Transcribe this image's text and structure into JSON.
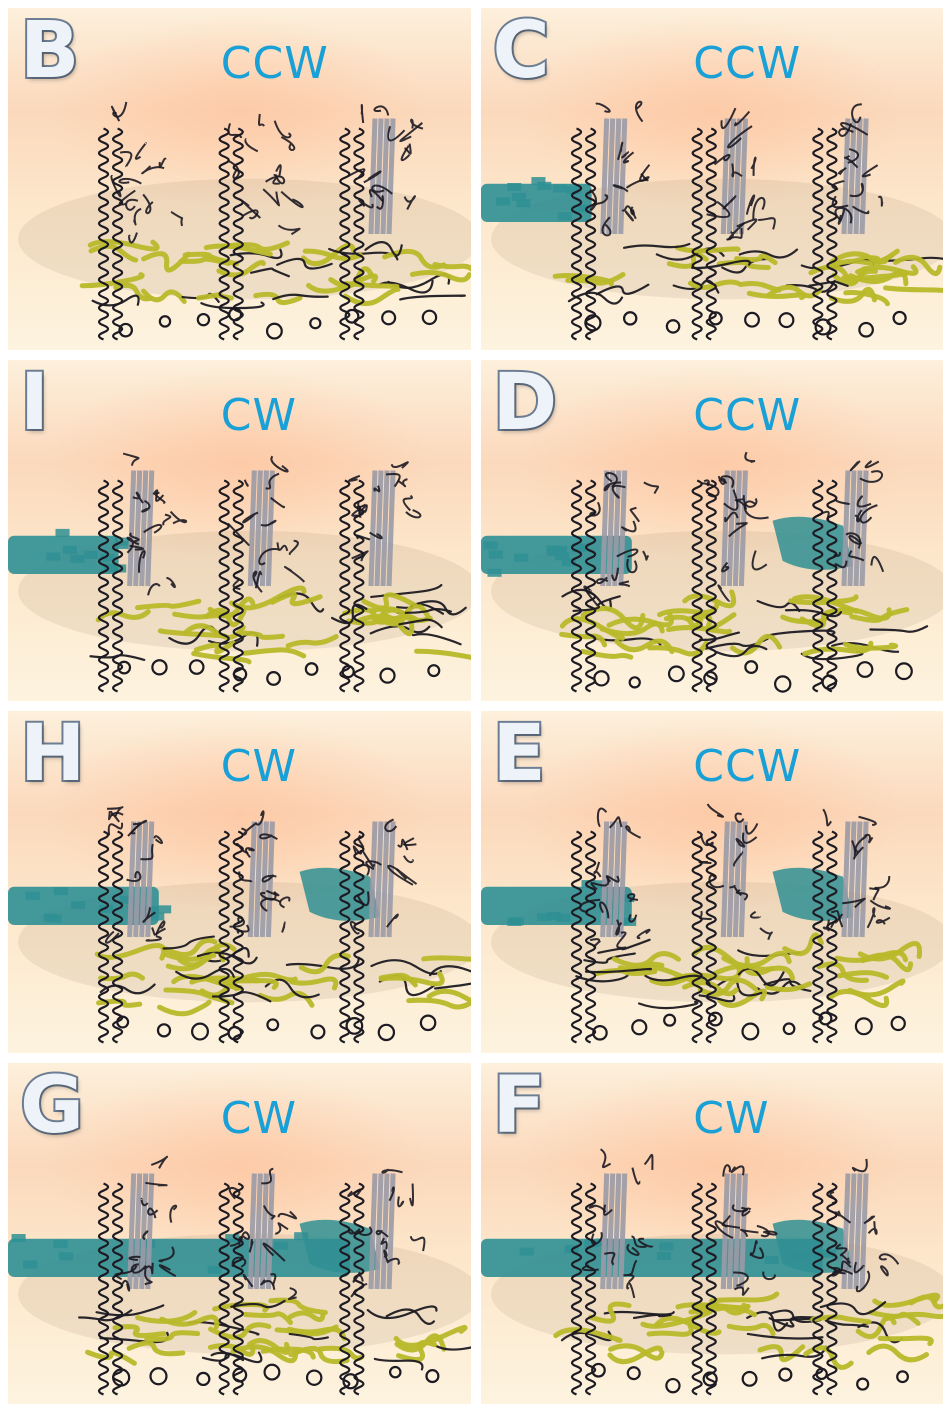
{
  "panels": [
    {
      "letter": "B",
      "direction": "CCW",
      "cyan_density": 0
    },
    {
      "letter": "C",
      "direction": "CCW",
      "cyan_density": 1
    },
    {
      "letter": "I",
      "direction": "CW",
      "cyan_density": 1
    },
    {
      "letter": "D",
      "direction": "CCW",
      "cyan_density": 2
    },
    {
      "letter": "H",
      "direction": "CW",
      "cyan_density": 2
    },
    {
      "letter": "E",
      "direction": "CCW",
      "cyan_density": 2
    },
    {
      "letter": "G",
      "direction": "CW",
      "cyan_density": 3
    },
    {
      "letter": "F",
      "direction": "CW",
      "cyan_density": 3
    }
  ],
  "colors": {
    "label_text": "#19a0d6",
    "letter_fill": "#eef3fa",
    "letter_outline": "#6e7f95",
    "backbone_dark": "#1c1a22",
    "yellow_ring": "#b8b82a",
    "cyan_shaft": "#2f8f93",
    "grey_sheet": "#9a9aa6"
  }
}
